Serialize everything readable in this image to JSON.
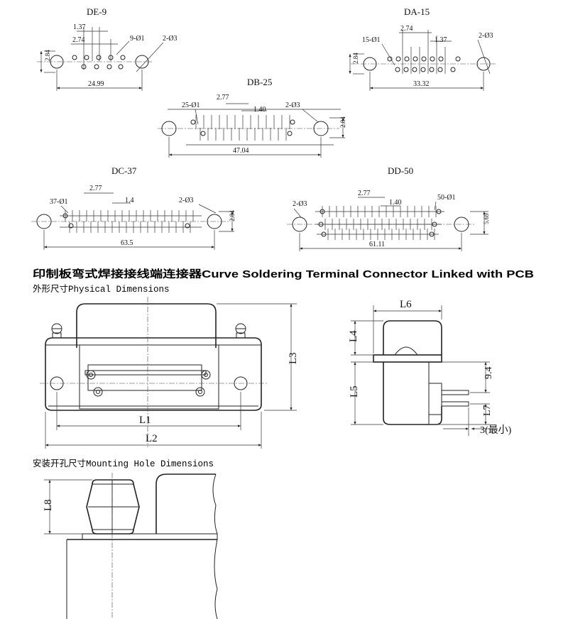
{
  "layouts": [
    {
      "id": "de9",
      "name": "DE-9",
      "d_pitch": "1.37",
      "d_row": "2.74",
      "d_pins": "9-Ø1",
      "d_mount": "2-Ø3",
      "d_height": "2.84",
      "d_span": "24.99"
    },
    {
      "id": "da15",
      "name": "DA-15",
      "d_pitch": "1.37",
      "d_row": "2.74",
      "d_pins": "15-Ø1",
      "d_mount": "2-Ø3",
      "d_height": "2.84",
      "d_span": "33.32"
    },
    {
      "id": "db25",
      "name": "DB-25",
      "d_pitch": "1.40",
      "d_row": "2.77",
      "d_pins": "25-Ø1",
      "d_mount": "2-Ø3",
      "d_height": "2.84",
      "d_span": "47.04"
    },
    {
      "id": "dc37",
      "name": "DC-37",
      "d_pitch": "1.4",
      "d_row": "2.77",
      "d_pins": "37-Ø1",
      "d_mount": "2-Ø3",
      "d_height": "2.84",
      "d_span": "63.5"
    },
    {
      "id": "dd50",
      "name": "DD-50",
      "d_pitch": "1.40",
      "d_row": "2.77",
      "d_pins": "50-Ø1",
      "d_mount": "2-Ø3",
      "d_height": "5.69",
      "d_span": "61.11"
    }
  ],
  "headline": "印制板弯式焊接接线端连接器Curve Soldering Terminal Connector Linked with PCB",
  "physical_caption": "外形尺寸Physical Dimensions",
  "mounting_caption": "安装开孔尺寸Mounting Hole Dimensions",
  "front_view": {
    "l1": "L1",
    "l2": "L2",
    "l3": "L3"
  },
  "side_view": {
    "l4": "L4",
    "l5": "L5",
    "l6": "L6",
    "l7": "L7",
    "v94": "9.4",
    "v3": "3(最小)"
  },
  "mount_view": {
    "l8": "L8"
  }
}
